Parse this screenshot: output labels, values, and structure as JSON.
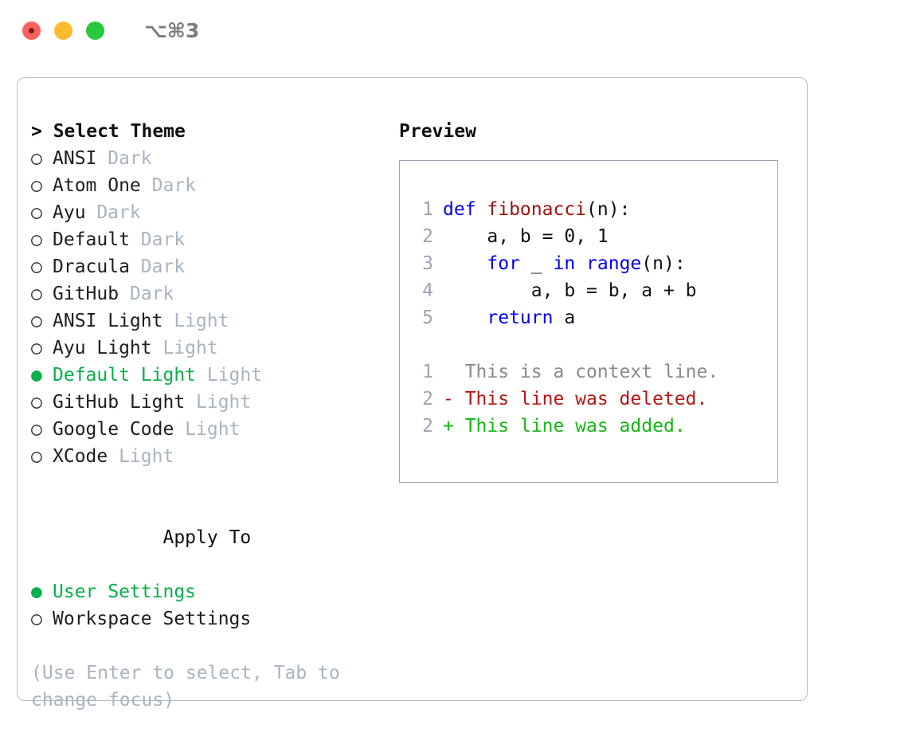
{
  "titlebar": {
    "shortcut": "⌥⌘3",
    "buttons": [
      {
        "name": "close",
        "color": "#f9615c"
      },
      {
        "name": "minimize",
        "color": "#fcbb2f"
      },
      {
        "name": "zoom",
        "color": "#28c93f"
      }
    ]
  },
  "theme_section": {
    "header": "> Select Theme",
    "marker_selected": "●",
    "marker_unselected": "○",
    "items": [
      {
        "label": "ANSI",
        "tag": "Dark",
        "selected": false
      },
      {
        "label": "Atom One",
        "tag": "Dark",
        "selected": false
      },
      {
        "label": "Ayu",
        "tag": "Dark",
        "selected": false
      },
      {
        "label": "Default",
        "tag": "Dark",
        "selected": false
      },
      {
        "label": "Dracula",
        "tag": "Dark",
        "selected": false
      },
      {
        "label": "GitHub",
        "tag": "Dark",
        "selected": false
      },
      {
        "label": "ANSI Light",
        "tag": "Light",
        "selected": false
      },
      {
        "label": "Ayu Light",
        "tag": "Light",
        "selected": false
      },
      {
        "label": "Default Light",
        "tag": "Light",
        "selected": true
      },
      {
        "label": "GitHub Light",
        "tag": "Light",
        "selected": false
      },
      {
        "label": "Google Code",
        "tag": "Light",
        "selected": false
      },
      {
        "label": "XCode",
        "tag": "Light",
        "selected": false
      }
    ]
  },
  "apply_section": {
    "header": "Apply To",
    "items": [
      {
        "label": "User Settings",
        "selected": true
      },
      {
        "label": "Workspace Settings",
        "selected": false
      }
    ]
  },
  "hint": "(Use Enter to select, Tab to change focus)",
  "preview": {
    "title": "Preview",
    "code_lines": [
      {
        "no": "1",
        "tokens": [
          {
            "t": "def ",
            "k": "kw"
          },
          {
            "t": "fibonacci",
            "k": "fn"
          },
          {
            "t": "(n):",
            "k": "plain"
          }
        ]
      },
      {
        "no": "2",
        "tokens": [
          {
            "t": "    a, b = 0, 1",
            "k": "plain"
          }
        ]
      },
      {
        "no": "3",
        "tokens": [
          {
            "t": "    ",
            "k": "plain"
          },
          {
            "t": "for",
            "k": "kw"
          },
          {
            "t": " _ ",
            "k": "plain"
          },
          {
            "t": "in",
            "k": "kw"
          },
          {
            "t": " ",
            "k": "plain"
          },
          {
            "t": "range",
            "k": "kw"
          },
          {
            "t": "(n):",
            "k": "plain"
          }
        ]
      },
      {
        "no": "4",
        "tokens": [
          {
            "t": "        a, b = b, a + b",
            "k": "plain"
          }
        ]
      },
      {
        "no": "5",
        "tokens": [
          {
            "t": "    ",
            "k": "plain"
          },
          {
            "t": "return",
            "k": "kw"
          },
          {
            "t": " a",
            "k": "plain"
          }
        ]
      }
    ],
    "diff_lines": [
      {
        "no": "1",
        "text": "  This is a context line.",
        "kind": "ctx"
      },
      {
        "no": "2",
        "text": "- This line was deleted.",
        "kind": "del"
      },
      {
        "no": "2",
        "text": "+ This line was added.",
        "kind": "add"
      }
    ]
  },
  "colors": {
    "accent_green": "#07b04a",
    "muted": "#a9b4c0",
    "keyword": "#0000f0",
    "function": "#a11111",
    "diff_delete": "#b91414",
    "diff_add": "#12b812",
    "border": "#b2bcc8"
  }
}
